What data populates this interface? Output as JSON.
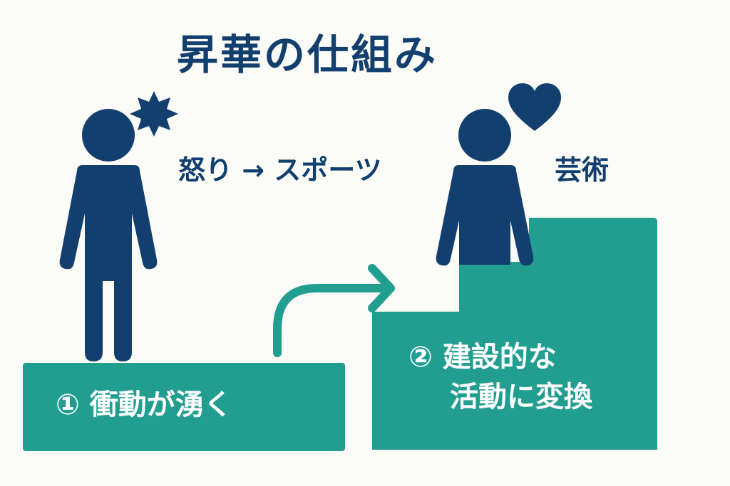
{
  "title": "昇華の仕組み",
  "examples": {
    "impulse_to_activity": "怒り → スポーツ",
    "second": "芸術"
  },
  "steps": [
    {
      "number": "①",
      "text": "衝動が湧く"
    },
    {
      "number": "②",
      "line1": "建設的な",
      "line2": "活動に変換"
    }
  ],
  "colors": {
    "navy": "#123f6e",
    "teal": "#229e91",
    "background": "#fbfbf7"
  },
  "icons": {
    "left_emotion": "anger-burst-icon",
    "right_emotion": "heart-icon",
    "transition": "curved-arrow-icon"
  }
}
